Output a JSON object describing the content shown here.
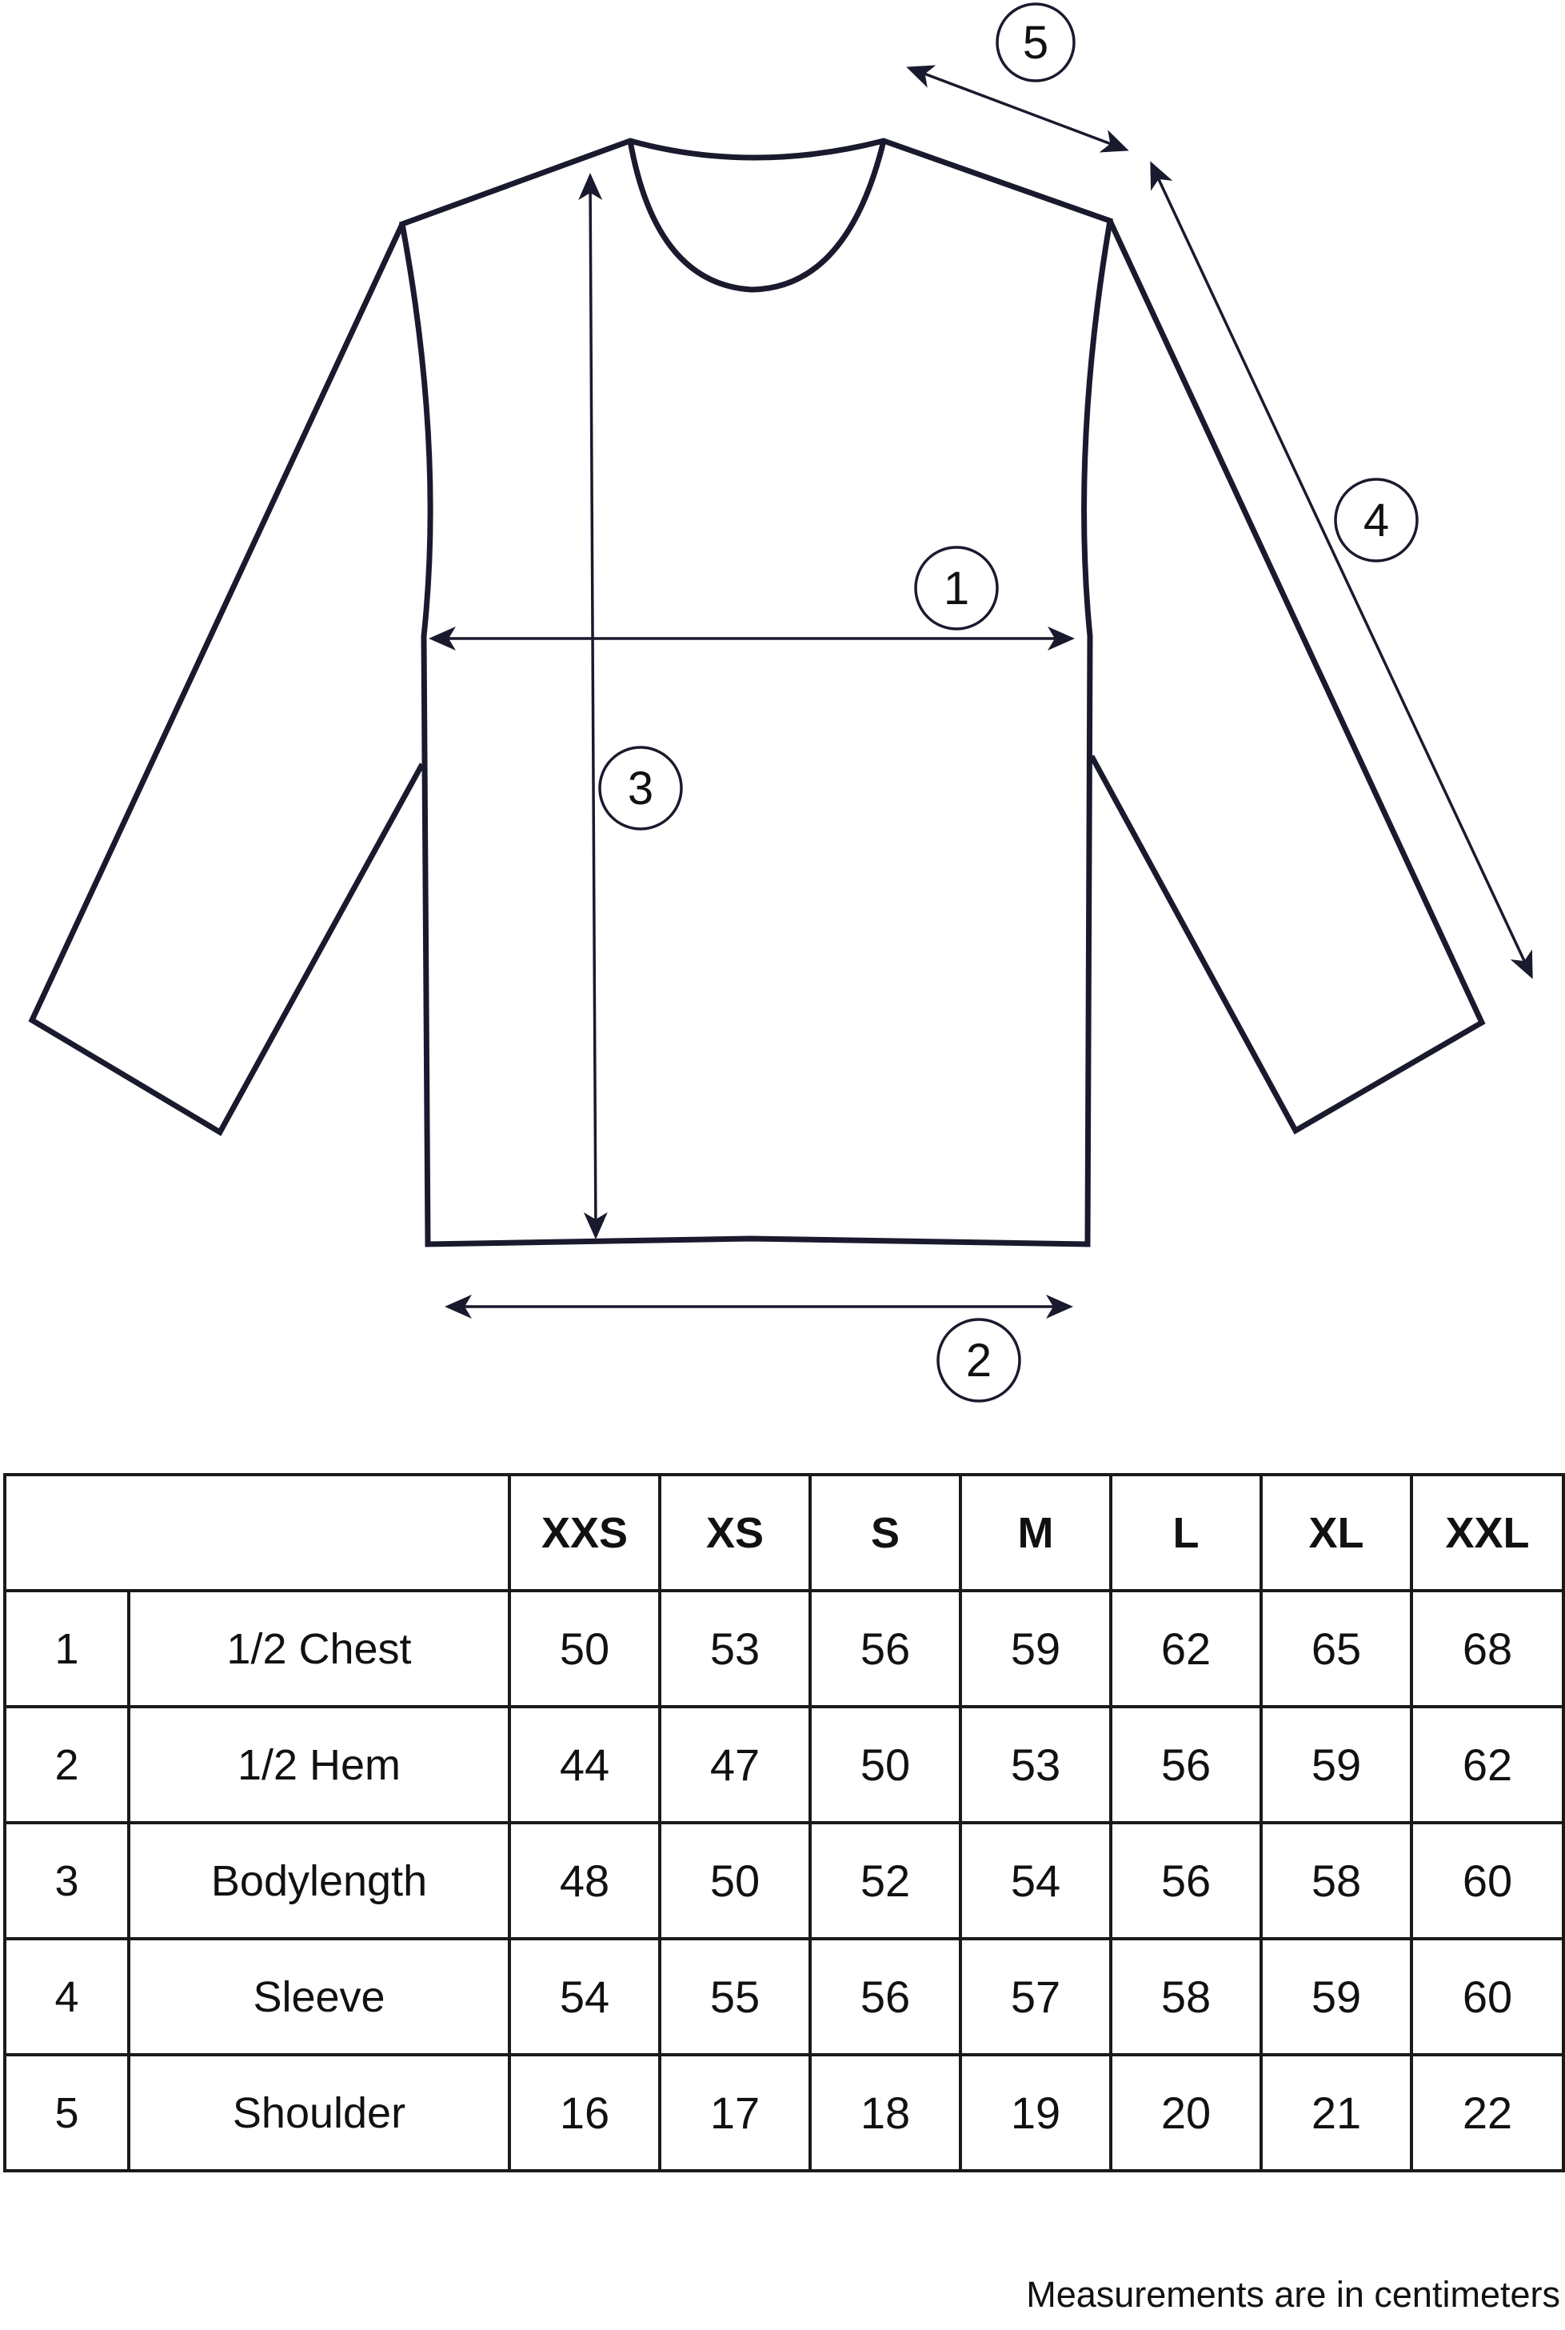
{
  "diagram": {
    "callouts": [
      {
        "id": "1",
        "label": "1"
      },
      {
        "id": "2",
        "label": "2"
      },
      {
        "id": "3",
        "label": "3"
      },
      {
        "id": "4",
        "label": "4"
      },
      {
        "id": "5",
        "label": "5"
      }
    ]
  },
  "table": {
    "sizes": [
      "XXS",
      "XS",
      "S",
      "M",
      "L",
      "XL",
      "XXL"
    ],
    "rows": [
      {
        "num": "1",
        "label": "1/2 Chest",
        "values": [
          "50",
          "53",
          "56",
          "59",
          "62",
          "65",
          "68"
        ]
      },
      {
        "num": "2",
        "label": "1/2 Hem",
        "values": [
          "44",
          "47",
          "50",
          "53",
          "56",
          "59",
          "62"
        ]
      },
      {
        "num": "3",
        "label": "Bodylength",
        "values": [
          "48",
          "50",
          "52",
          "54",
          "56",
          "58",
          "60"
        ]
      },
      {
        "num": "4",
        "label": "Sleeve",
        "values": [
          "54",
          "55",
          "56",
          "57",
          "58",
          "59",
          "60"
        ]
      },
      {
        "num": "5",
        "label": "Shoulder",
        "values": [
          "16",
          "17",
          "18",
          "19",
          "20",
          "21",
          "22"
        ]
      }
    ]
  },
  "footnote": "Measurements are in centimeters",
  "colors": {
    "line": "#1a1a2e",
    "background": "#ffffff"
  }
}
